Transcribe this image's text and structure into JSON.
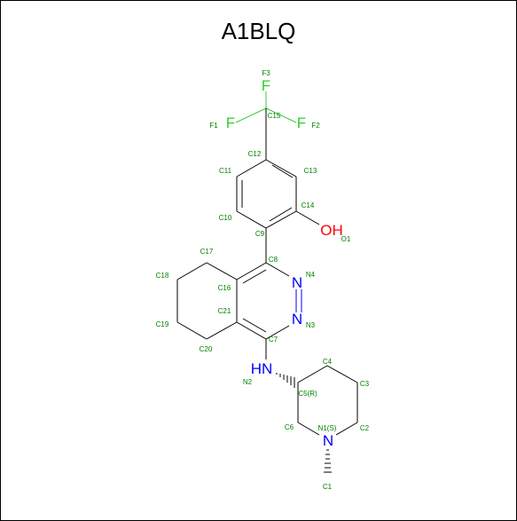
{
  "title": "A1BLQ",
  "colors": {
    "bond": "#000000",
    "carbon_label": "#008000",
    "fluorine": "#33cc33",
    "oxygen": "#ff0000",
    "nitrogen": "#0000ff"
  },
  "atoms": {
    "F3": "F",
    "F1": "F",
    "F2": "F",
    "O1": "OH",
    "N4": "N",
    "N3": "N",
    "N2": "HN",
    "N1": "N"
  },
  "indices": {
    "F3": "F3",
    "F1": "F1",
    "F2": "F2",
    "C15": "C15",
    "C12": "C12",
    "C11": "C11",
    "C13": "C13",
    "C14": "C14",
    "C10": "C10",
    "C9": "C9",
    "O1": "O1",
    "C8": "C8",
    "N4": "N4",
    "N3": "N3",
    "C17": "C17",
    "C18": "C18",
    "C16": "C16",
    "C21": "C21",
    "C19": "C19",
    "C20": "C20",
    "C7": "C7",
    "N2": "N2",
    "C4": "C4",
    "C5": "C5(R)",
    "C3": "C3",
    "C6": "C6",
    "N1": "N1(S)",
    "C2": "C2",
    "C1": "C1"
  }
}
